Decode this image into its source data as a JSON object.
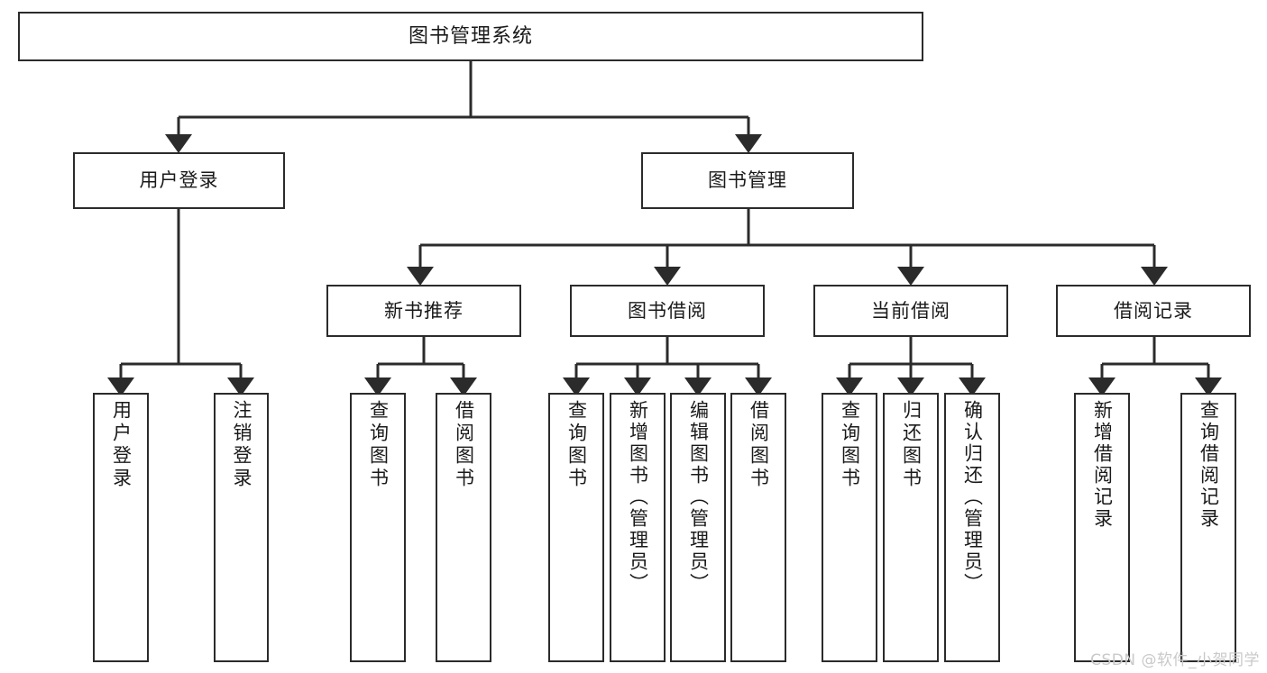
{
  "diagram": {
    "title": "图书管理系统",
    "type": "tree",
    "watermark": "CSDN @软件_小贺同学",
    "colors": {
      "box_border": "#2b2b2b",
      "box_fill": "#ffffff",
      "connector": "#2b2b2b",
      "watermark": "#c9c9c9",
      "background": "#ffffff"
    },
    "root": {
      "label": "图书管理系统"
    },
    "level2": [
      {
        "label": "用户登录"
      },
      {
        "label": "图书管理"
      }
    ],
    "level3": [
      {
        "label": "新书推荐"
      },
      {
        "label": "图书借阅"
      },
      {
        "label": "当前借阅"
      },
      {
        "label": "借阅记录"
      }
    ],
    "leaves": {
      "user_login": [
        {
          "label": "用户登录"
        },
        {
          "label": "注销登录"
        }
      ],
      "new_book_recommend": [
        {
          "label": "查询图书"
        },
        {
          "label": "借阅图书"
        }
      ],
      "book_borrow": [
        {
          "label": "查询图书"
        },
        {
          "label": "新增图书（管理员）"
        },
        {
          "label": "编辑图书（管理员）"
        },
        {
          "label": "借阅图书"
        }
      ],
      "current_borrow": [
        {
          "label": "查询图书"
        },
        {
          "label": "归还图书"
        },
        {
          "label": "确认归还（管理员）"
        }
      ],
      "borrow_record": [
        {
          "label": "新增借阅记录"
        },
        {
          "label": "查询借阅记录"
        }
      ]
    }
  }
}
